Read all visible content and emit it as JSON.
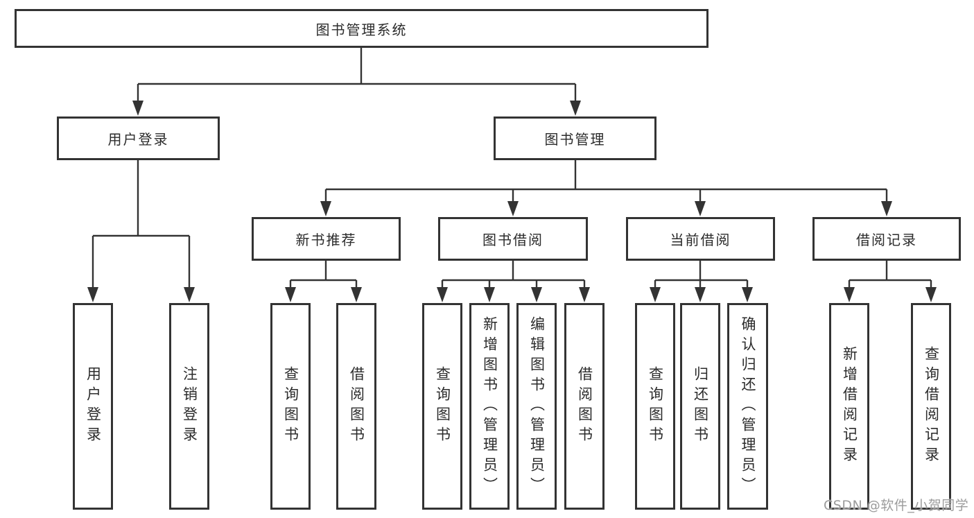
{
  "diagram": {
    "root": {
      "label": "图书管理系统"
    },
    "level2": [
      {
        "label": "用户登录"
      },
      {
        "label": "图书管理"
      }
    ],
    "level3": [
      {
        "label": "新书推荐"
      },
      {
        "label": "图书借阅"
      },
      {
        "label": "当前借阅"
      },
      {
        "label": "借阅记录"
      }
    ],
    "leaves": [
      {
        "label": "用户登录"
      },
      {
        "label": "注销登录"
      },
      {
        "label": "查询图书"
      },
      {
        "label": "借阅图书"
      },
      {
        "label": "查询图书"
      },
      {
        "label": "新增图书（管理员）"
      },
      {
        "label": "编辑图书（管理员）"
      },
      {
        "label": "借阅图书"
      },
      {
        "label": "查询图书"
      },
      {
        "label": "归还图书"
      },
      {
        "label": "确认归还（管理员）"
      },
      {
        "label": "新增借阅记录"
      },
      {
        "label": "查询借阅记录"
      }
    ],
    "watermark": "CSDN @软件_小贺同学",
    "colors": {
      "line": "#333333",
      "text": "#2b2b2b",
      "watermark": "#9c9c9c",
      "background": "#ffffff"
    }
  }
}
